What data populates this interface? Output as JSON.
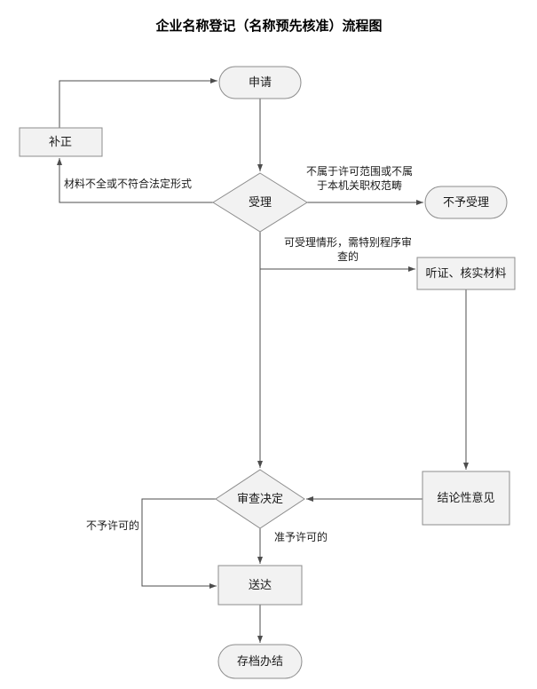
{
  "title": "企业名称登记（名称预先核准）流程图",
  "nodes": {
    "apply": "申请",
    "correction": "补正",
    "acceptance": "受理",
    "not_accepted": "不予受理",
    "hearing_verify": "听证、核实材料",
    "review_decision": "审查决定",
    "conclusive_opinion": "结论性意见",
    "delivery": "送达",
    "archive_close": "存档办结"
  },
  "edge_labels": {
    "materials_incomplete": "材料不全或不符合法定形式",
    "out_of_scope_line1": "不属于许可范围或不属",
    "out_of_scope_line2": "于本机关职权范畴",
    "special_procedure_line1": "可受理情形，需特别程序审",
    "special_procedure_line2": "查的",
    "not_permitted": "不予许可的",
    "permitted": "准予许可的"
  },
  "colors": {
    "node_fill": "#f2f2f2",
    "node_border": "#8c8c8c",
    "edge": "#4d4d4d",
    "text": "#1a1a1a"
  }
}
